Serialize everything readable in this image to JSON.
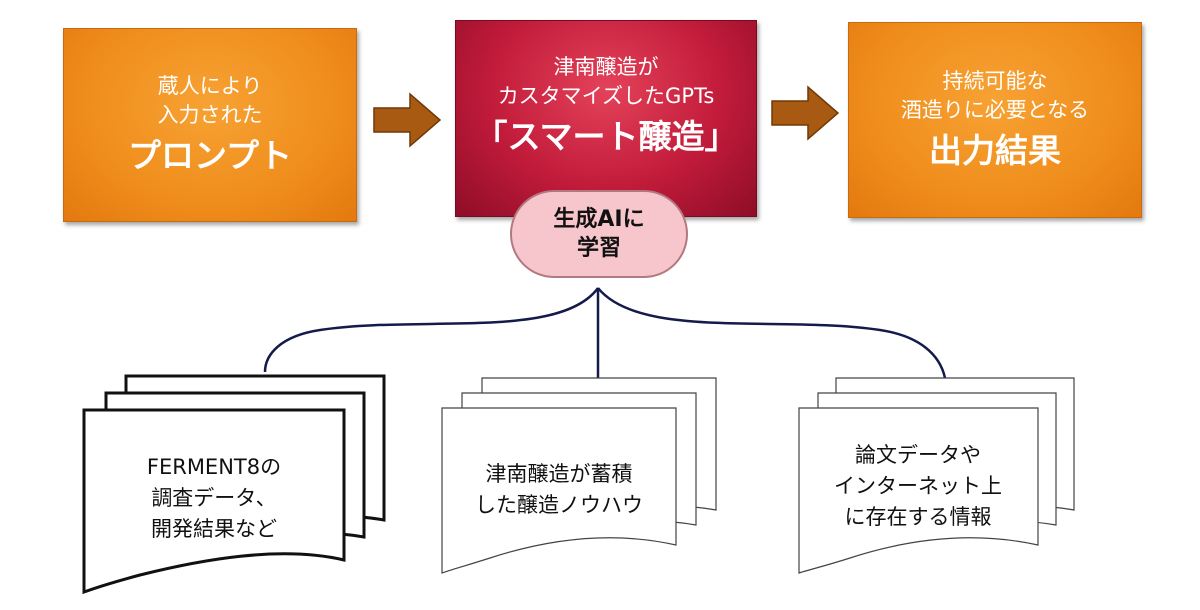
{
  "prompt_box": {
    "line1": "蔵人により",
    "line2": "入力された",
    "title": "プロンプト"
  },
  "gpt_box": {
    "line1": "津南醸造が",
    "line2": "カスタマイズしたGPTs",
    "title": "「スマート醸造」"
  },
  "output_box": {
    "line1": "持続可能な",
    "line2": "酒造りに必要となる",
    "title": "出力結果"
  },
  "learning_oval": {
    "line1": "生成AIに",
    "line2": "学習"
  },
  "sources": [
    {
      "lines": [
        "FERMENT8の",
        "調査データ、",
        "開発結果など"
      ]
    },
    {
      "lines": [
        "津南醸造が蓄積",
        "した醸造ノウハウ"
      ]
    },
    {
      "lines": [
        "論文データや",
        "インターネット上",
        "に存在する情報"
      ]
    }
  ],
  "colors": {
    "orange": "#ef8d1c",
    "crimson": "#c11b3a",
    "arrow": "#a85a12",
    "connector": "#141a4a"
  }
}
